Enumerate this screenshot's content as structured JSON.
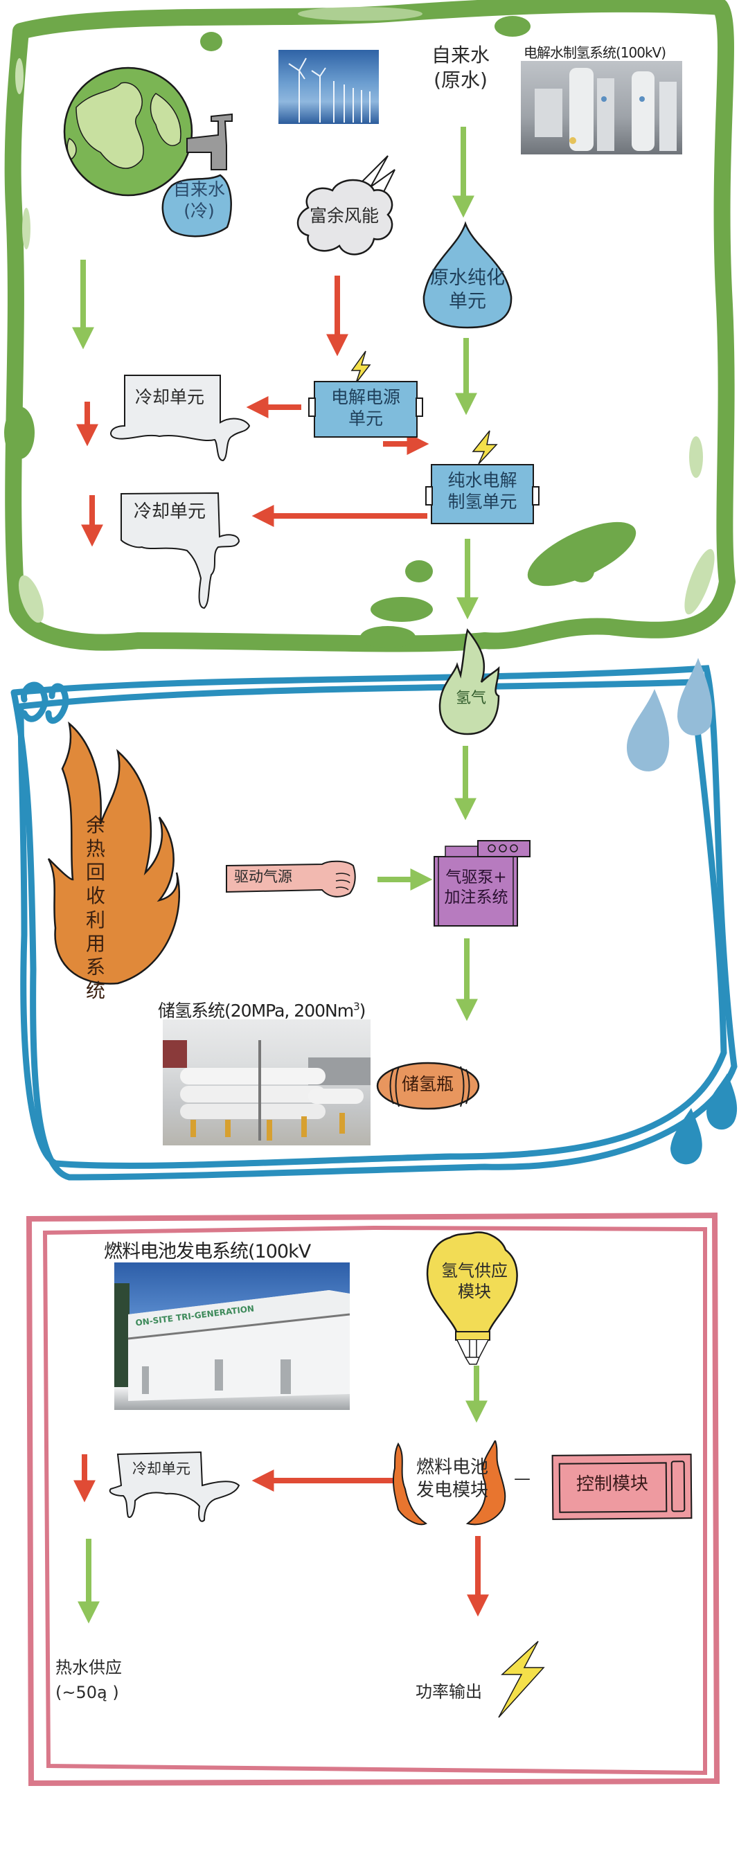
{
  "colors": {
    "green_frame": "#6fa84a",
    "green_frame_light": "#c8e0b0",
    "blue_frame": "#2a8fbd",
    "blue_drop": "#94bcd8",
    "pink_frame": "#d9788a",
    "arrow_green": "#8fc45a",
    "arrow_red": "#e04b35",
    "box_blue": "#7fbcdc",
    "cool_gray": "#eceef0",
    "cloud_gray": "#e6e6e8",
    "flame_orange": "#e0893a",
    "flame_green": "#c7dfae",
    "pump_purple": "#b77bbf",
    "fist_pink": "#f2b9b0",
    "bottle_orange": "#e8965e",
    "balloon_yellow": "#f2dc55",
    "control_pink": "#ee9aa0",
    "bolt_yellow": "#f4e04a"
  },
  "section1": {
    "name": "electrolysis-production",
    "tap_water_cold": {
      "line1": "自来水",
      "line2": "(冷)",
      "icon": "globe-faucet-icon"
    },
    "wind_photo": {
      "icon": "wind-turbines-photo"
    },
    "surplus_wind": {
      "label": "富余风能",
      "icon": "cloud-icon"
    },
    "raw_water": {
      "line1": "自来水",
      "line2": "(原水)"
    },
    "electrolysis_photo": {
      "caption": "电解水制氢系统(100kV)"
    },
    "purification": {
      "line1": "原水纯化",
      "line2": "单元",
      "icon": "water-drop-icon"
    },
    "power_unit": {
      "line1": "电解电源",
      "line2": "单元",
      "icon": "battery-icon"
    },
    "electrolyzer": {
      "line1": "纯水电解",
      "line2": "制氢单元",
      "icon": "battery-icon"
    },
    "cooling_1": {
      "label": "冷却单元"
    },
    "cooling_2": {
      "label": "冷却单元"
    }
  },
  "section2": {
    "name": "hydrogen-storage",
    "hydrogen_gas": {
      "label": "氢气",
      "icon": "flame-icon"
    },
    "waste_heat": {
      "label": "余热回收利用系统",
      "icon": "flame-icon"
    },
    "drive_gas": {
      "label": "驱动气源",
      "icon": "fist-icon"
    },
    "pump": {
      "line1": "气驱泵+",
      "line2": "加注系统",
      "icon": "machine-icon"
    },
    "storage_photo": {
      "caption_main": "储氢系统(20MPa, 200Nm",
      "caption_sup": "3",
      "caption_end": ")"
    },
    "bottle": {
      "label": "储氢瓶",
      "icon": "capsule-icon"
    }
  },
  "section3": {
    "name": "fuel-cell-generation",
    "fc_photo": {
      "caption": "燃料电池发电系统(100kV",
      "photo_text": "ON-SITE TRI-GENERATION"
    },
    "h2_supply": {
      "line1": "氢气供应",
      "line2": "模块",
      "icon": "balloon-icon"
    },
    "fc_module": {
      "line1": "燃料电池",
      "line2": "发电模块",
      "icon": "flame-icon",
      "connector": "—"
    },
    "control": {
      "label": "控制模块",
      "icon": "control-panel-icon"
    },
    "cooling_3": {
      "label": "冷却单元"
    },
    "hot_water": {
      "line1": "热水供应",
      "line2": "(~50ą )"
    },
    "power_out": {
      "label": "功率输出",
      "icon": "lightning-bolt-icon"
    }
  }
}
